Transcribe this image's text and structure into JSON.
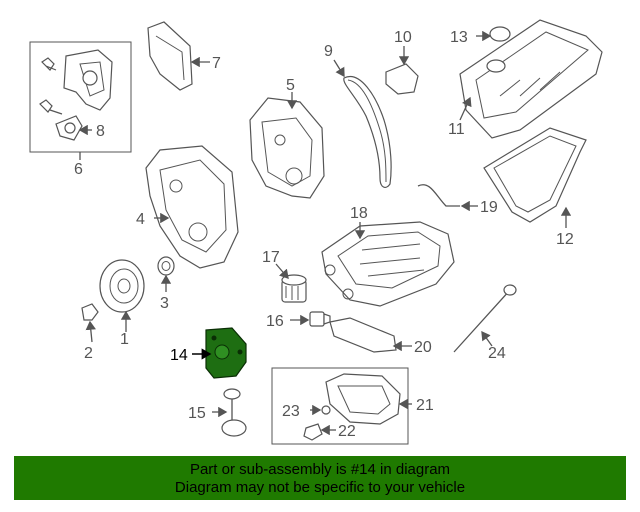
{
  "colors": {
    "banner_background": "#1f7a00",
    "highlight_part": "#1e6e12",
    "line_art": "#555555"
  },
  "callouts": [
    "1",
    "2",
    "3",
    "4",
    "5",
    "6",
    "7",
    "8",
    "9",
    "10",
    "11",
    "12",
    "13",
    "14",
    "15",
    "16",
    "17",
    "18",
    "19",
    "20",
    "21",
    "22",
    "23",
    "24"
  ],
  "highlighted_callout": "14",
  "banner": {
    "line1": "Part or sub-assembly is #14 in diagram",
    "line2": "Diagram may not be specific to your vehicle"
  }
}
